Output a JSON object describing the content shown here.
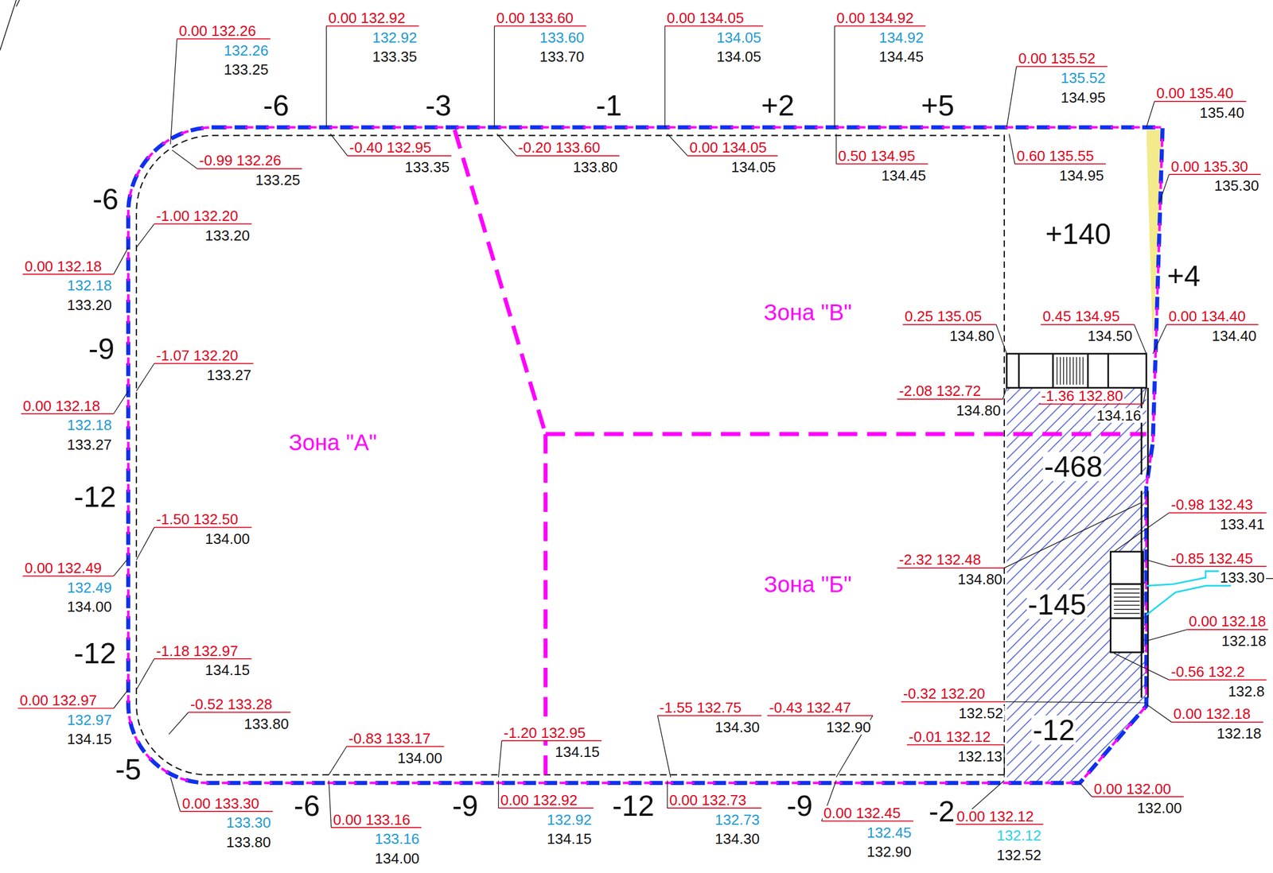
{
  "diagram": {
    "nodes": [
      {
        "text": [
          "Зона \"В\""
        ]
      },
      {
        "text": [
          "Зона \"А\""
        ]
      },
      {
        "text": [
          "Зона \"Б\""
        ]
      }
    ],
    "labels": [
      "0.00 132.26",
      "132.26",
      "133.25",
      "0.00 132.92",
      "132.92",
      "133.35",
      "0.00 133.60",
      "133.60",
      "133.70",
      "0.00 134.05",
      "134.05",
      "134.05",
      "0.00 134.92",
      "134.92",
      "134.45",
      "0.00 135.52",
      "135.52",
      "134.95",
      "0.00 135.40",
      "135.40",
      "-0.99 132.26",
      "133.25",
      "-0.40 132.95",
      "133.35",
      "-0.20 133.60",
      "133.80",
      "0.00 134.05",
      "134.05",
      "0.50 134.95",
      "134.45",
      "0.60 135.55",
      "134.95",
      "0.00 135.30",
      "135.30",
      "-1.00 132.20",
      "133.20",
      "0.00 132.18",
      "132.18",
      "133.20",
      "-1.07 132.20",
      "133.27",
      "0.00 132.18",
      "132.18",
      "133.27",
      "-1.50 132.50",
      "134.00",
      "0.00 132.49",
      "132.49",
      "134.00",
      "-1.18 132.97",
      "134.15",
      "0.00 132.97",
      "132.97",
      "134.15",
      "-0.52 133.28",
      "133.80",
      "0.00 133.30",
      "133.30",
      "133.80",
      "-0.83 133.17",
      "134.00",
      "0.00 133.16",
      "133.16",
      "134.00",
      "-1.20 132.95",
      "134.15",
      "0.00 132.92",
      "132.92",
      "134.15",
      "-1.55 132.75",
      "134.30",
      "-0.43 132.47",
      "132.90",
      "0.00 132.73",
      "132.73",
      "134.30",
      "0.00 132.45",
      "132.45",
      "132.90",
      "-0.01 132.12",
      "132.13",
      "0.00 132.12",
      "132.12",
      "132.52",
      "-0.32 132.20",
      "132.52",
      "0.00 132.00",
      "132.00",
      "0.25 135.05",
      "134.80",
      "0.45 134.95",
      "134.50",
      "0.00 134.40",
      "134.40",
      "-2.08 132.72",
      "134.80",
      "-1.36 132.80",
      "134.16",
      "-2.32 132.48",
      "134.80",
      "-0.98 132.43",
      "133.41",
      "-0.85 132.45",
      "133.30",
      "0.00 132.18",
      "132.18",
      "-0.56 132.2",
      "132.8",
      "0.00 132.18",
      "132.18",
      "-6",
      "-3",
      "-1",
      "+2",
      "+5",
      "-6",
      "-9",
      "-12",
      "-12",
      "-5",
      "-6",
      "-9",
      "-12",
      "-9",
      "-2",
      "+4",
      "+140",
      "-468",
      "-145",
      "-12"
    ]
  }
}
